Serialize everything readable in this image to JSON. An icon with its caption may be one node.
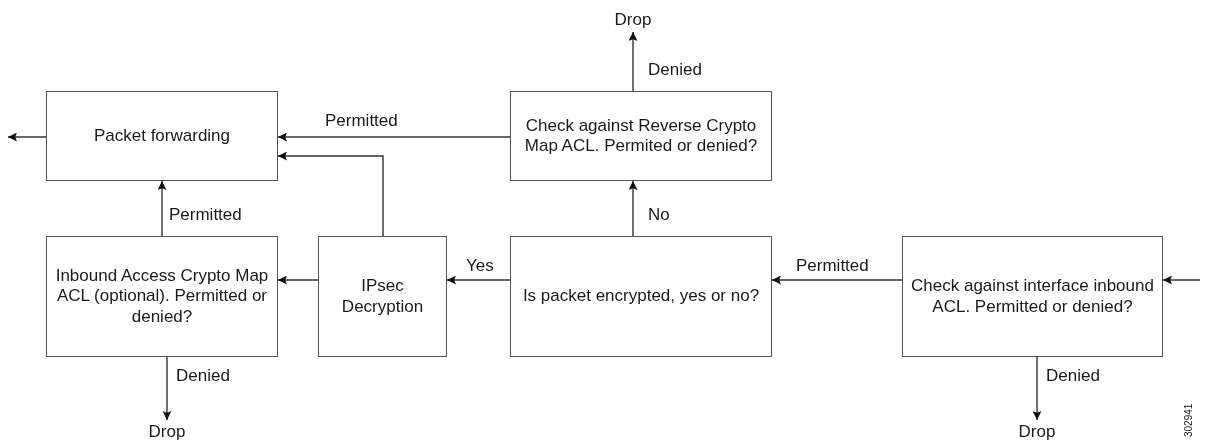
{
  "diagram": {
    "nodes": [
      {
        "text": [
          "Drop"
        ]
      },
      {
        "text": [
          "Packet forwarding"
        ]
      },
      {
        "text": [
          "Check against Reverse Crypto Map ACL. Permited or denied?"
        ]
      },
      {
        "text": [
          "Inbound Access Crypto Map ACL (optional). Permitted or denied?"
        ]
      },
      {
        "text": [
          "IPsec Decryption"
        ]
      },
      {
        "text": [
          "Is packet encrypted, yes or no?"
        ]
      },
      {
        "text": [
          "Check against interface inbound ACL. Permitted or denied?"
        ]
      },
      {
        "text": [
          "Drop"
        ]
      },
      {
        "text": [
          "Drop"
        ]
      }
    ],
    "edges": [
      {
        "from": 1,
        "to": null,
        "arrow": "to"
      },
      {
        "from": 2,
        "to": 1,
        "arrow": "to",
        "label": "Permitted"
      },
      {
        "from": 4,
        "to": 1,
        "arrow": "to"
      },
      {
        "from": 3,
        "to": 1,
        "arrow": "to",
        "label": "Permitted"
      },
      {
        "from": 2,
        "to": 0,
        "arrow": "to",
        "label": "Denied"
      },
      {
        "from": 5,
        "to": 2,
        "arrow": "to",
        "label": "No"
      },
      {
        "from": 5,
        "to": 4,
        "arrow": "to",
        "label": "Yes"
      },
      {
        "from": 4,
        "to": 3,
        "arrow": "to"
      },
      {
        "from": 6,
        "to": 5,
        "arrow": "to",
        "label": "Permitted"
      },
      {
        "from": null,
        "to": 6,
        "arrow": "to"
      },
      {
        "from": 3,
        "to": 7,
        "arrow": "to",
        "label": "Denied"
      },
      {
        "from": 6,
        "to": 8,
        "arrow": "to",
        "label": "Denied"
      }
    ],
    "labels": [
      "302941"
    ]
  }
}
